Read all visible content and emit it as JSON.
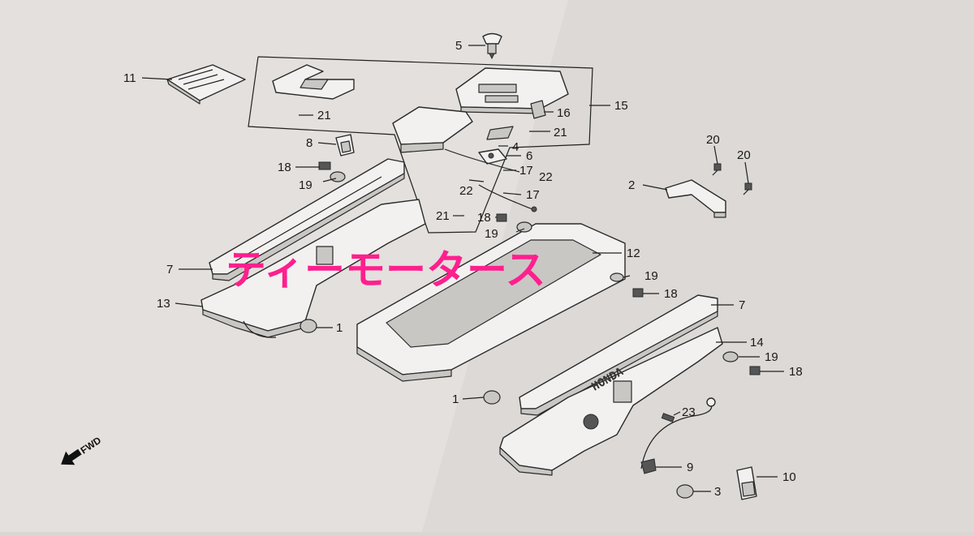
{
  "diagram": {
    "watermark": "ティーモータース",
    "direction_marker": "FWD",
    "embossed_brand": "HONDA",
    "callouts": [
      {
        "id": "c-5",
        "label": "5"
      },
      {
        "id": "c-11",
        "label": "11"
      },
      {
        "id": "c-21a",
        "label": "21"
      },
      {
        "id": "c-16",
        "label": "16"
      },
      {
        "id": "c-15",
        "label": "15"
      },
      {
        "id": "c-21b",
        "label": "21"
      },
      {
        "id": "c-8",
        "label": "8"
      },
      {
        "id": "c-4",
        "label": "4"
      },
      {
        "id": "c-6",
        "label": "6"
      },
      {
        "id": "c-18a",
        "label": "18"
      },
      {
        "id": "c-17a",
        "label": "17"
      },
      {
        "id": "c-22a",
        "label": "22"
      },
      {
        "id": "c-19a",
        "label": "19"
      },
      {
        "id": "c-22b",
        "label": "22"
      },
      {
        "id": "c-17b",
        "label": "17"
      },
      {
        "id": "c-20a",
        "label": "20"
      },
      {
        "id": "c-20b",
        "label": "20"
      },
      {
        "id": "c-2",
        "label": "2"
      },
      {
        "id": "c-21c",
        "label": "21"
      },
      {
        "id": "c-18b",
        "label": "18"
      },
      {
        "id": "c-19b",
        "label": "19"
      },
      {
        "id": "c-12",
        "label": "12"
      },
      {
        "id": "c-7a",
        "label": "7"
      },
      {
        "id": "c-19c",
        "label": "19"
      },
      {
        "id": "c-18c",
        "label": "18"
      },
      {
        "id": "c-13",
        "label": "13"
      },
      {
        "id": "c-7b",
        "label": "7"
      },
      {
        "id": "c-1a",
        "label": "1"
      },
      {
        "id": "c-14",
        "label": "14"
      },
      {
        "id": "c-19d",
        "label": "19"
      },
      {
        "id": "c-18d",
        "label": "18"
      },
      {
        "id": "c-1b",
        "label": "1"
      },
      {
        "id": "c-23",
        "label": "23"
      },
      {
        "id": "c-9",
        "label": "9"
      },
      {
        "id": "c-10",
        "label": "10"
      },
      {
        "id": "c-3",
        "label": "3"
      }
    ]
  }
}
